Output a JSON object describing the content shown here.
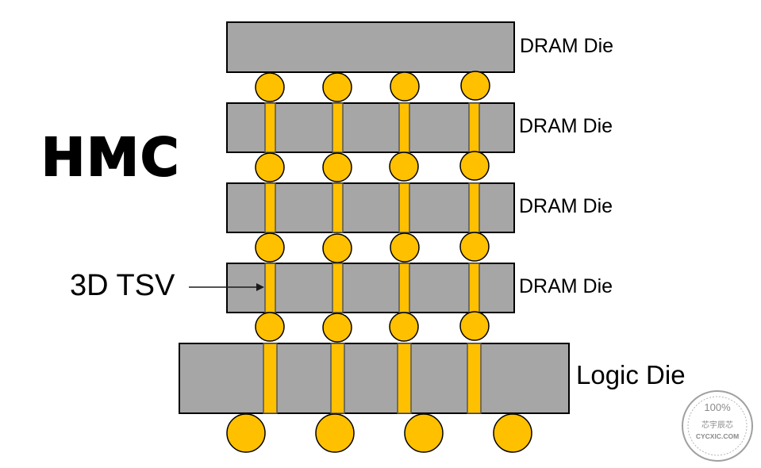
{
  "title": "HMC",
  "tsv_label": "3D TSV",
  "dies": [
    {
      "label": "DRAM Die",
      "type": "dram"
    },
    {
      "label": "DRAM Die",
      "type": "dram"
    },
    {
      "label": "DRAM Die",
      "type": "dram"
    },
    {
      "label": "DRAM Die",
      "type": "dram"
    },
    {
      "label": "Logic Die",
      "type": "logic"
    }
  ],
  "watermark": {
    "top": "100%",
    "middle": "芯宇辰芯",
    "bottom": "CYCXIC.COM"
  },
  "colors": {
    "die": "#a6a6a6",
    "bump": "#ffc000",
    "tsv": "#ffc000",
    "outline": "#000000"
  }
}
